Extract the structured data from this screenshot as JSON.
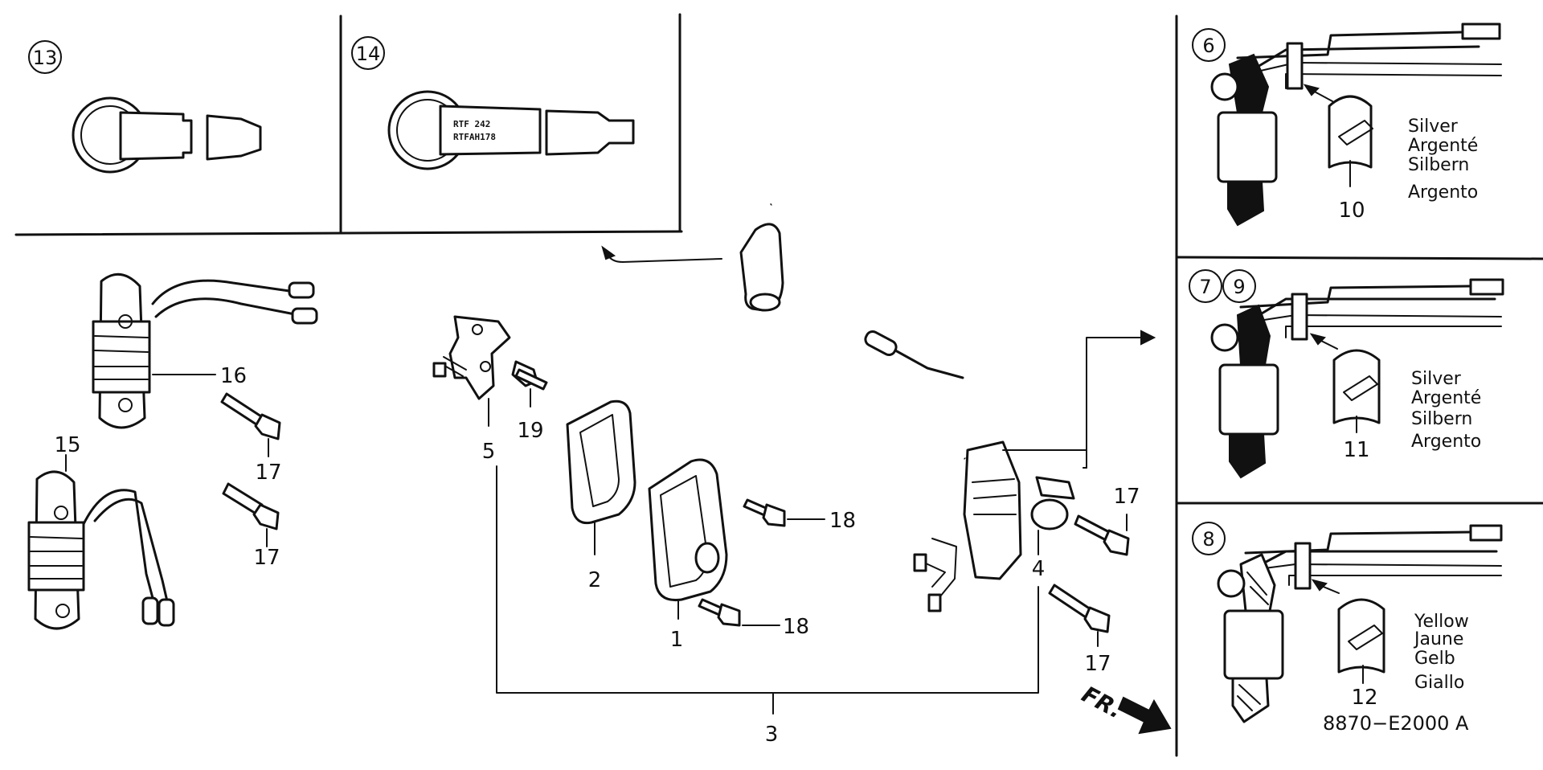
{
  "callouts": {
    "c13": "13",
    "c14": "14",
    "c6": "6",
    "c7": "7",
    "c9": "9",
    "c8": "8"
  },
  "parts": {
    "p1": "1",
    "p2": "2",
    "p3": "3",
    "p4": "4",
    "p5": "5",
    "p10": "10",
    "p11": "11",
    "p12": "12",
    "p15": "15",
    "p16": "16",
    "p17a": "17",
    "p17b": "17",
    "p17c": "17",
    "p17d": "17",
    "p18a": "18",
    "p18b": "18",
    "p19": "19"
  },
  "cap_markings": {
    "line1": "RTF 242",
    "line2": "RTFAH178"
  },
  "colors": {
    "silver_1": [
      "Silver",
      "Argenté",
      "Silbern",
      "Argento"
    ],
    "silver_2": [
      "Silver",
      "Argenté",
      "Silbern",
      "Argento"
    ],
    "yellow": [
      "Yellow",
      "Jaune",
      "Gelb",
      "Giallo"
    ]
  },
  "direction": "FR.",
  "diagram_code": "8870−E2000 A"
}
